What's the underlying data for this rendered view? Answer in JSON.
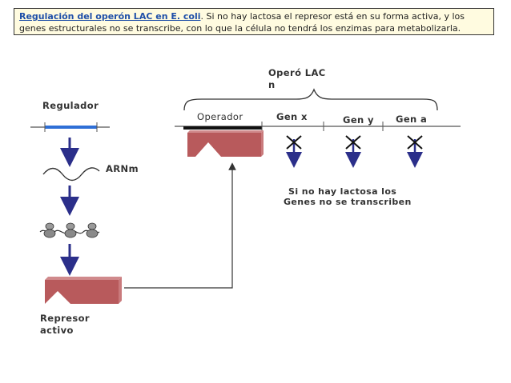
{
  "header": {
    "title": "Regulación del operón LAC en E. coli",
    "text": ". Si  no hay lactosa el represor está en su forma activa, y los genes estructurales no se transcribe, con lo que la célula no tendrá los enzimas para metabolizarla."
  },
  "labels": {
    "operon_line1": "Operó   LAC",
    "operon_line2": "n",
    "regulador": "Regulador",
    "operador": "Operador",
    "gen_x": "Gen x",
    "gen_y": "Gen y",
    "gen_a": "Gen a",
    "arnm": "ARNm",
    "note_line1": "Si no hay lactosa los",
    "note_line2": "Genes no se transcriben",
    "represor_line1": "Represor",
    "represor_line2": "activo"
  },
  "colors": {
    "repressor": "#b85a5c",
    "gene_bar": "#2e6fd6",
    "arrow": "#2b2f8a",
    "line": "#555555"
  }
}
